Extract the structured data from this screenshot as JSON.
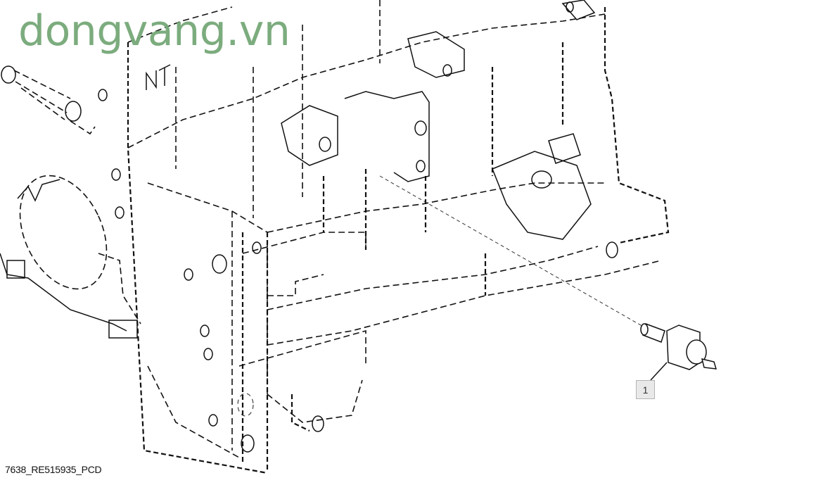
{
  "watermark": {
    "text": "dongvang.vn",
    "color": "#75a878"
  },
  "drawing": {
    "subject": "engine block exploded parts diagram",
    "block_marking": "NT",
    "caption": "7638_RE515935_PCD",
    "line_color": "#111111",
    "background": "#ffffff"
  },
  "callouts": [
    {
      "number": "1",
      "part": "sensor-switch",
      "box_fill": "#e9e9e9",
      "box_border": "#b4b4b4"
    }
  ]
}
